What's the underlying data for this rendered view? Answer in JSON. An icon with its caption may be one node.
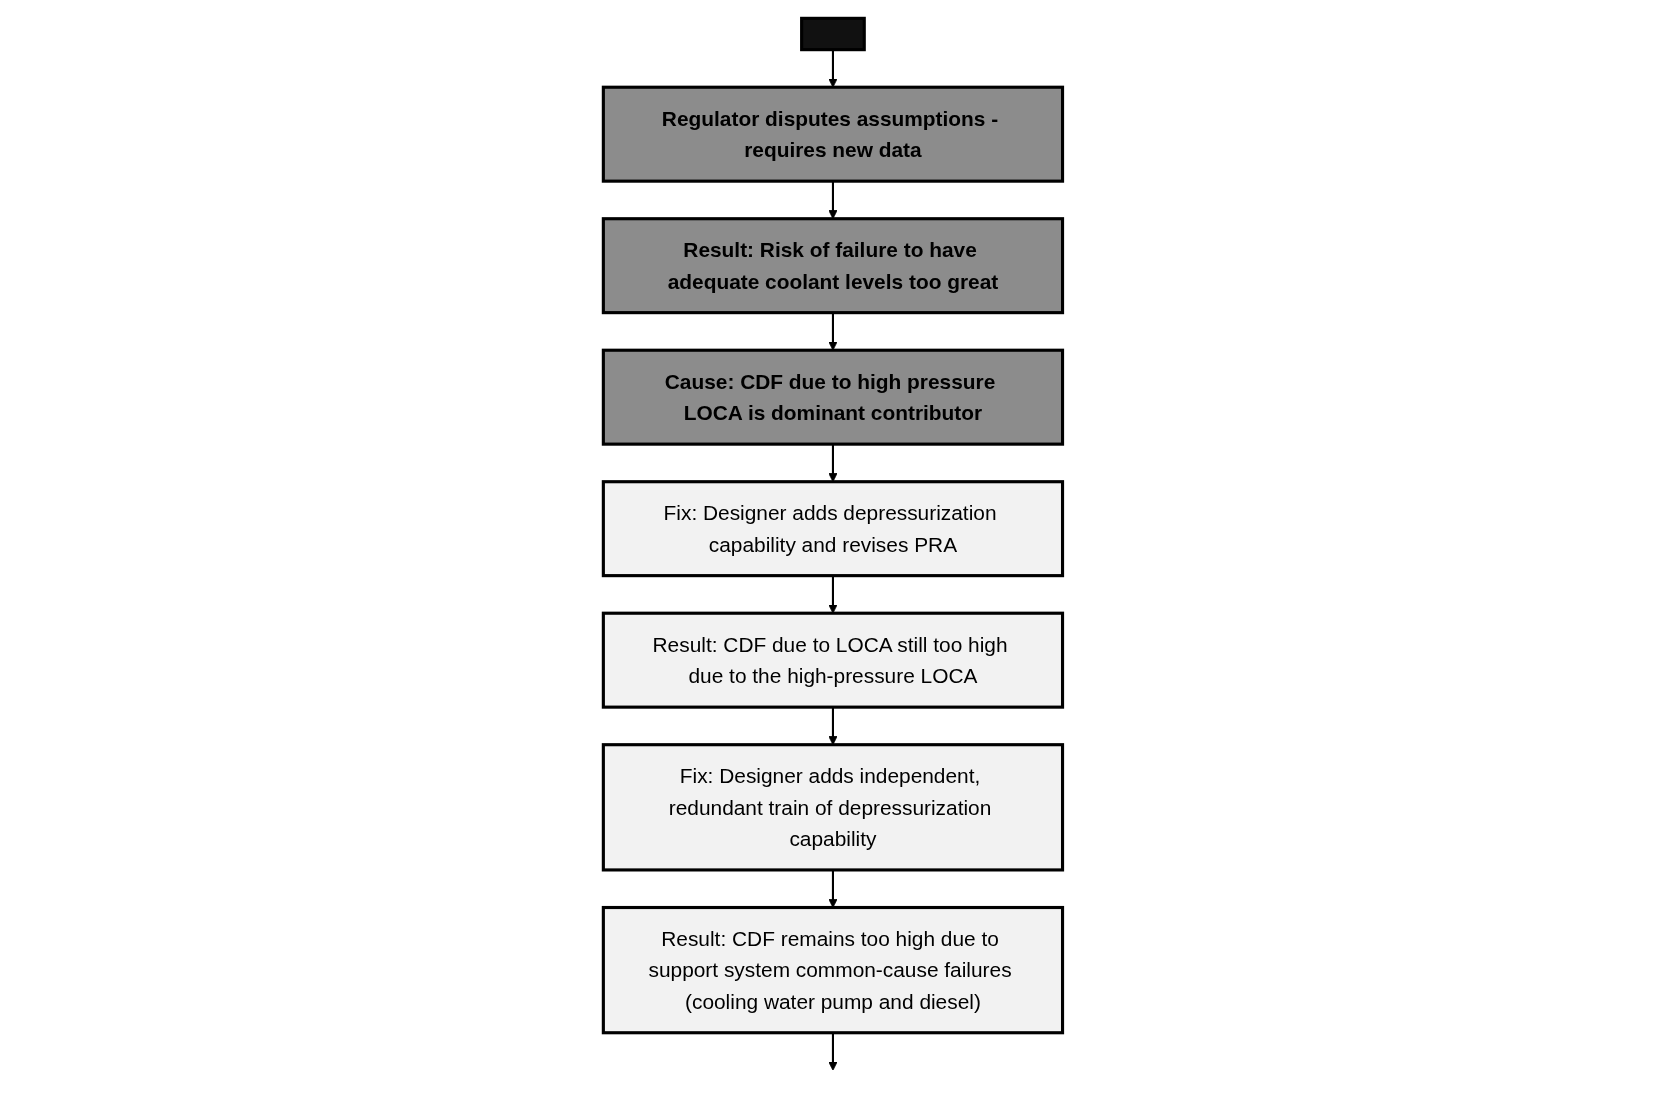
{
  "diagram": {
    "nodes": [
      {
        "text": [],
        "shape": "box"
      },
      {
        "text": [
          "Regulator disputes assumptions - requires new data"
        ]
      },
      {
        "text": [
          "Result: Risk of failure to have adequate coolant levels too great"
        ]
      },
      {
        "text": [
          "Cause: CDF due to high pressure LOCA is dominant contributor"
        ]
      },
      {
        "text": [
          "Fix: Designer adds depressurization capability and revises PRA"
        ]
      },
      {
        "text": [
          "Result: CDF due to LOCA still too high due to the high-pressure LOCA"
        ]
      },
      {
        "text": [
          "Fix: Designer adds independent, redundant train of depressurization capability"
        ]
      },
      {
        "text": [
          "Result: CDF remains too high due to support system common-cause failures (cooling water pump and diesel)"
        ]
      }
    ],
    "edges": [
      {
        "from": 0,
        "to": 1,
        "arrow": "to"
      },
      {
        "from": 1,
        "to": 2,
        "arrow": "to"
      },
      {
        "from": 2,
        "to": 3,
        "arrow": "to"
      },
      {
        "from": 3,
        "to": 4,
        "arrow": "to"
      },
      {
        "from": 4,
        "to": 5,
        "arrow": "to"
      },
      {
        "from": 5,
        "to": 6,
        "arrow": "to"
      },
      {
        "from": 6,
        "to": 7,
        "arrow": "to"
      },
      {
        "from": 7,
        "to": null,
        "arrow": "to"
      }
    ]
  }
}
